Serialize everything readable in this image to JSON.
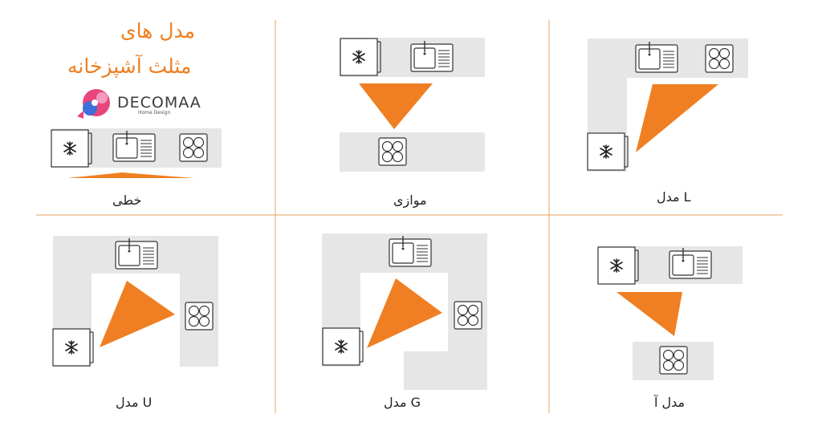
{
  "title_line1": "مدل های",
  "title_line2": "مثلث آشپزخانه",
  "brand": {
    "name": "DECOMAA",
    "tagline": "Home Design",
    "logo_icon": "decomaa-logo-icon"
  },
  "colors": {
    "accent": "#ef7f22",
    "counter": "#e6e6e6",
    "divider": "#e8a060",
    "logo_pink": "#e8457c",
    "logo_blue": "#3f6fd8"
  },
  "layouts": [
    {
      "id": "linear",
      "label": "خطی"
    },
    {
      "id": "parallel",
      "label": "موازی"
    },
    {
      "id": "l-shape",
      "label": "مدل L"
    },
    {
      "id": "u-shape",
      "label": "مدل U"
    },
    {
      "id": "g-shape",
      "label": "مدل G"
    },
    {
      "id": "island",
      "label": "مدل آ"
    }
  ],
  "icons": [
    "fridge-icon",
    "sink-icon",
    "stove-icon",
    "work-triangle"
  ]
}
